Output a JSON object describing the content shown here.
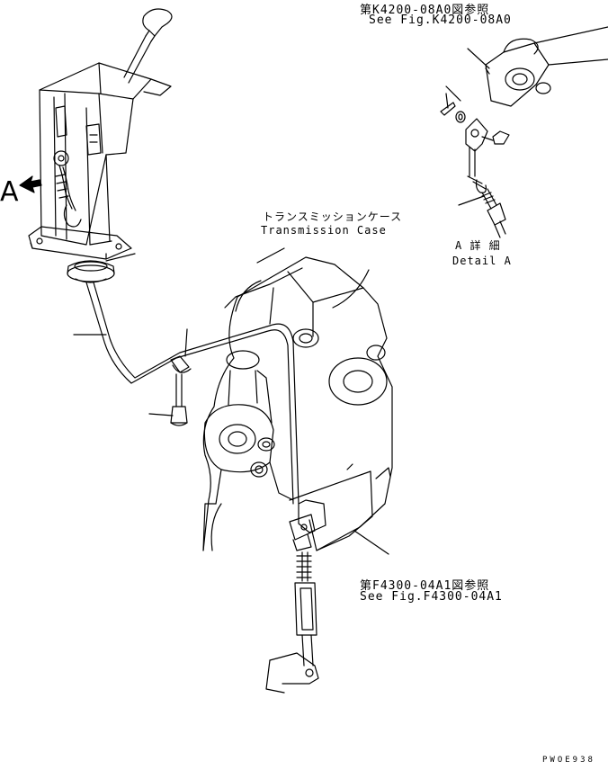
{
  "labels": {
    "ref_k4200_jp": "第K4200-08A0図参照",
    "ref_k4200_en": "See Fig.K4200-08A0",
    "transmission_case_jp": "トランスミッションケース",
    "transmission_case_en": "Transmission Case",
    "detail_a_jp": "A 詳 細",
    "detail_a_en": "Detail A",
    "view_a_letter": "A",
    "ref_f4300_jp": "第F4300-04A1図参照",
    "ref_f4300_en": "See Fig.F4300-04A1",
    "drawing_code": "PWOE938"
  },
  "colors": {
    "line": "#000000",
    "background": "#ffffff"
  }
}
